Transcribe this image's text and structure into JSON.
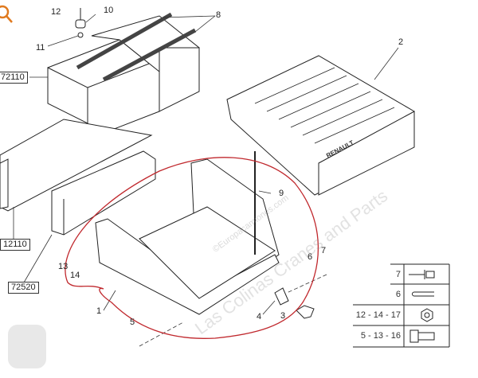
{
  "callouts": {
    "c12": "12",
    "c10": "10",
    "c8": "8",
    "c11": "11",
    "c2": "2",
    "c9": "9",
    "c13": "13",
    "c14": "14",
    "c1": "1",
    "c5": "5",
    "c6": "6",
    "c7": "7",
    "c4": "4",
    "c3": "3"
  },
  "references": {
    "r72110": "72110",
    "r12110": "12110",
    "r72520": "72520"
  },
  "legend": [
    {
      "label": "7",
      "icon": "rivet-icon"
    },
    {
      "label": "6",
      "icon": "cotter-pin-icon"
    },
    {
      "label": "12 - 14 - 17",
      "icon": "nut-icon"
    },
    {
      "label": "5 - 13 - 16",
      "icon": "bolt-icon"
    }
  ],
  "watermark": {
    "main": "Las Colinas Cranes and Parts",
    "sub": "©Europacamiones.com"
  },
  "cover_brand": "RENAULT",
  "colors": {
    "highlight": "#c0282d",
    "zoom_icon": "#e07a1f",
    "line": "#222222"
  }
}
